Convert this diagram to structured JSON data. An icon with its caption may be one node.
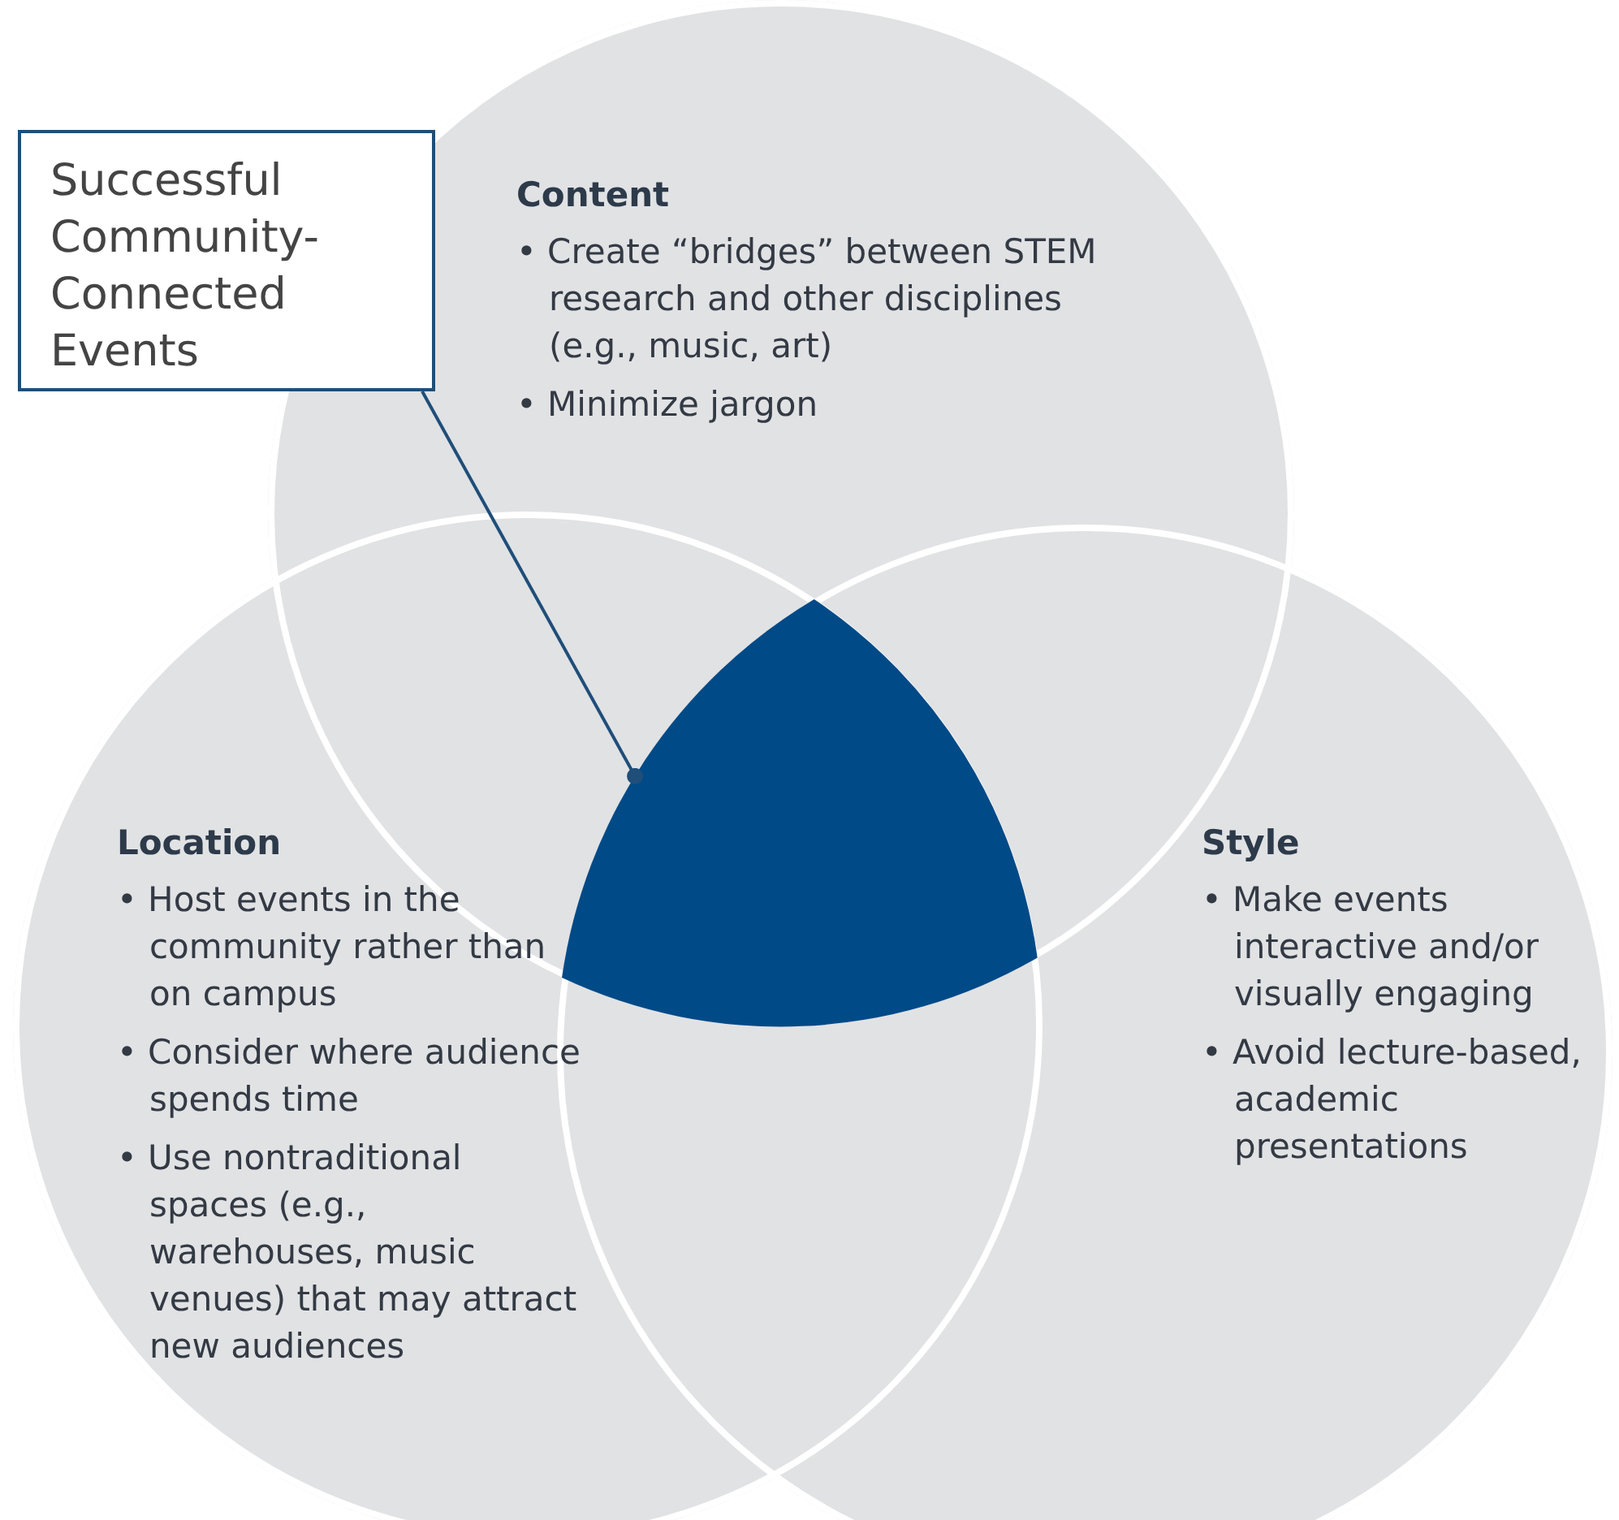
{
  "diagram": {
    "nodes": [
      {
        "text": [
          "Successful Community-Connected Events"
        ]
      },
      {
        "text": [
          "Content",
          "• Create “bridges” between STEM research and other disciplines (e.g., music, art)",
          "• Minimize jargon"
        ]
      },
      {
        "text": [
          "Location",
          "• Host events in the community rather than on campus",
          "• Consider where audience spends time",
          "• Use nontraditional spaces (e.g., warehouses, music venues) that may attract new audiences"
        ]
      },
      {
        "text": [
          "Style",
          "• Make events interactive and/or visually engaging",
          "• Avoid lecture-based, academic presentations"
        ]
      },
      {
        "text": [],
        "shape": "triangle"
      }
    ],
    "edges": [
      {
        "from": 0,
        "to": 4,
        "arrow": "other"
      }
    ]
  }
}
